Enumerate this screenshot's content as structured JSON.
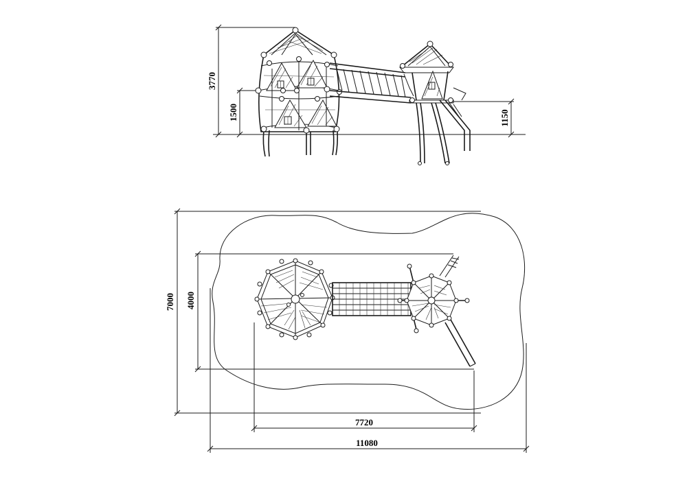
{
  "drawing": {
    "elevation": {
      "dims": {
        "height_total": "3770",
        "height_platform_a": "1500",
        "height_platform_b": "1150"
      }
    },
    "plan": {
      "dims": {
        "width_zone": "7000",
        "width_equipment": "4000",
        "length_equipment": "7720",
        "length_zone": "11080"
      }
    }
  }
}
